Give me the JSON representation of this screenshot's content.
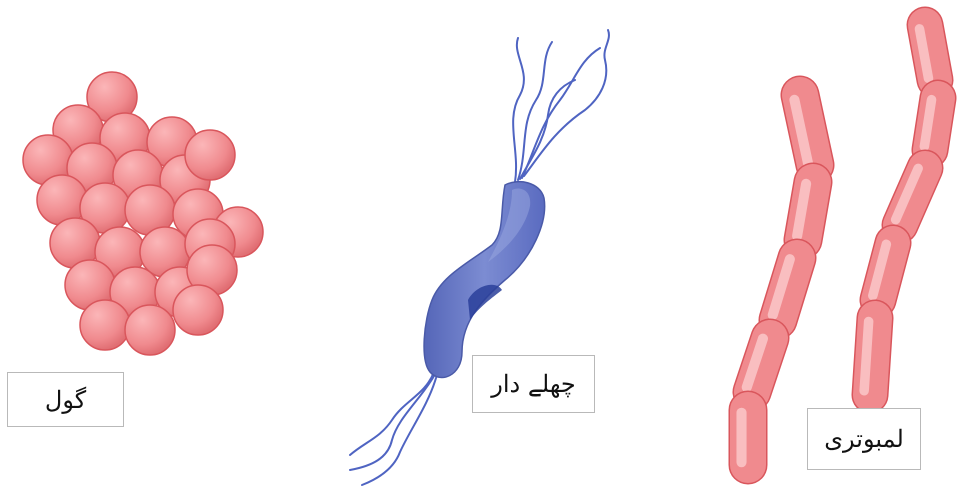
{
  "diagram": {
    "labels": {
      "cocci": "گول",
      "spiral": "چھلے دار",
      "rods": "لمبوتری"
    },
    "colors": {
      "cell_fill": "#f08a8e",
      "cell_stroke": "#d9565c",
      "cell_highlight": "#fbc4c6",
      "bacterium_body": "#6f80c8",
      "bacterium_dark": "#2a3f9a",
      "flagella": "#4f64c2"
    },
    "icons": {
      "cocci": "coccus-cluster-icon",
      "spiral": "flagellated-spirillum-icon",
      "rods": "bacillus-chain-icon"
    }
  }
}
